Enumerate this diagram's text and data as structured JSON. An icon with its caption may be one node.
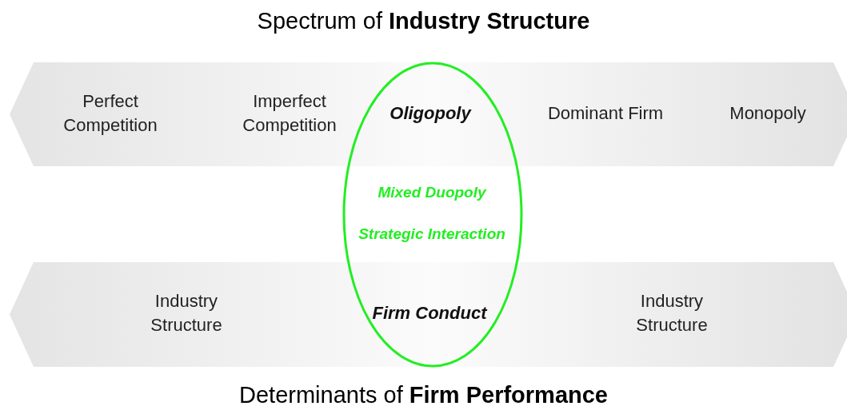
{
  "diagram": {
    "title": "Spectrum of **Industry Structure**",
    "caption": "Determinants of **Firm Performance**",
    "nodes": [
      {
        "text": [
          "Perfect Competition",
          "Imperfect Competition",
          "Dominant Firm",
          "Monopoly"
        ]
      },
      {
        "text": [
          "Industry Structure",
          "Industry Structure"
        ]
      },
      {
        "text": [
          "Oligopoly",
          "Mixed Duopoly",
          "Strategic Interaction",
          "Firm Conduct"
        ]
      }
    ]
  }
}
